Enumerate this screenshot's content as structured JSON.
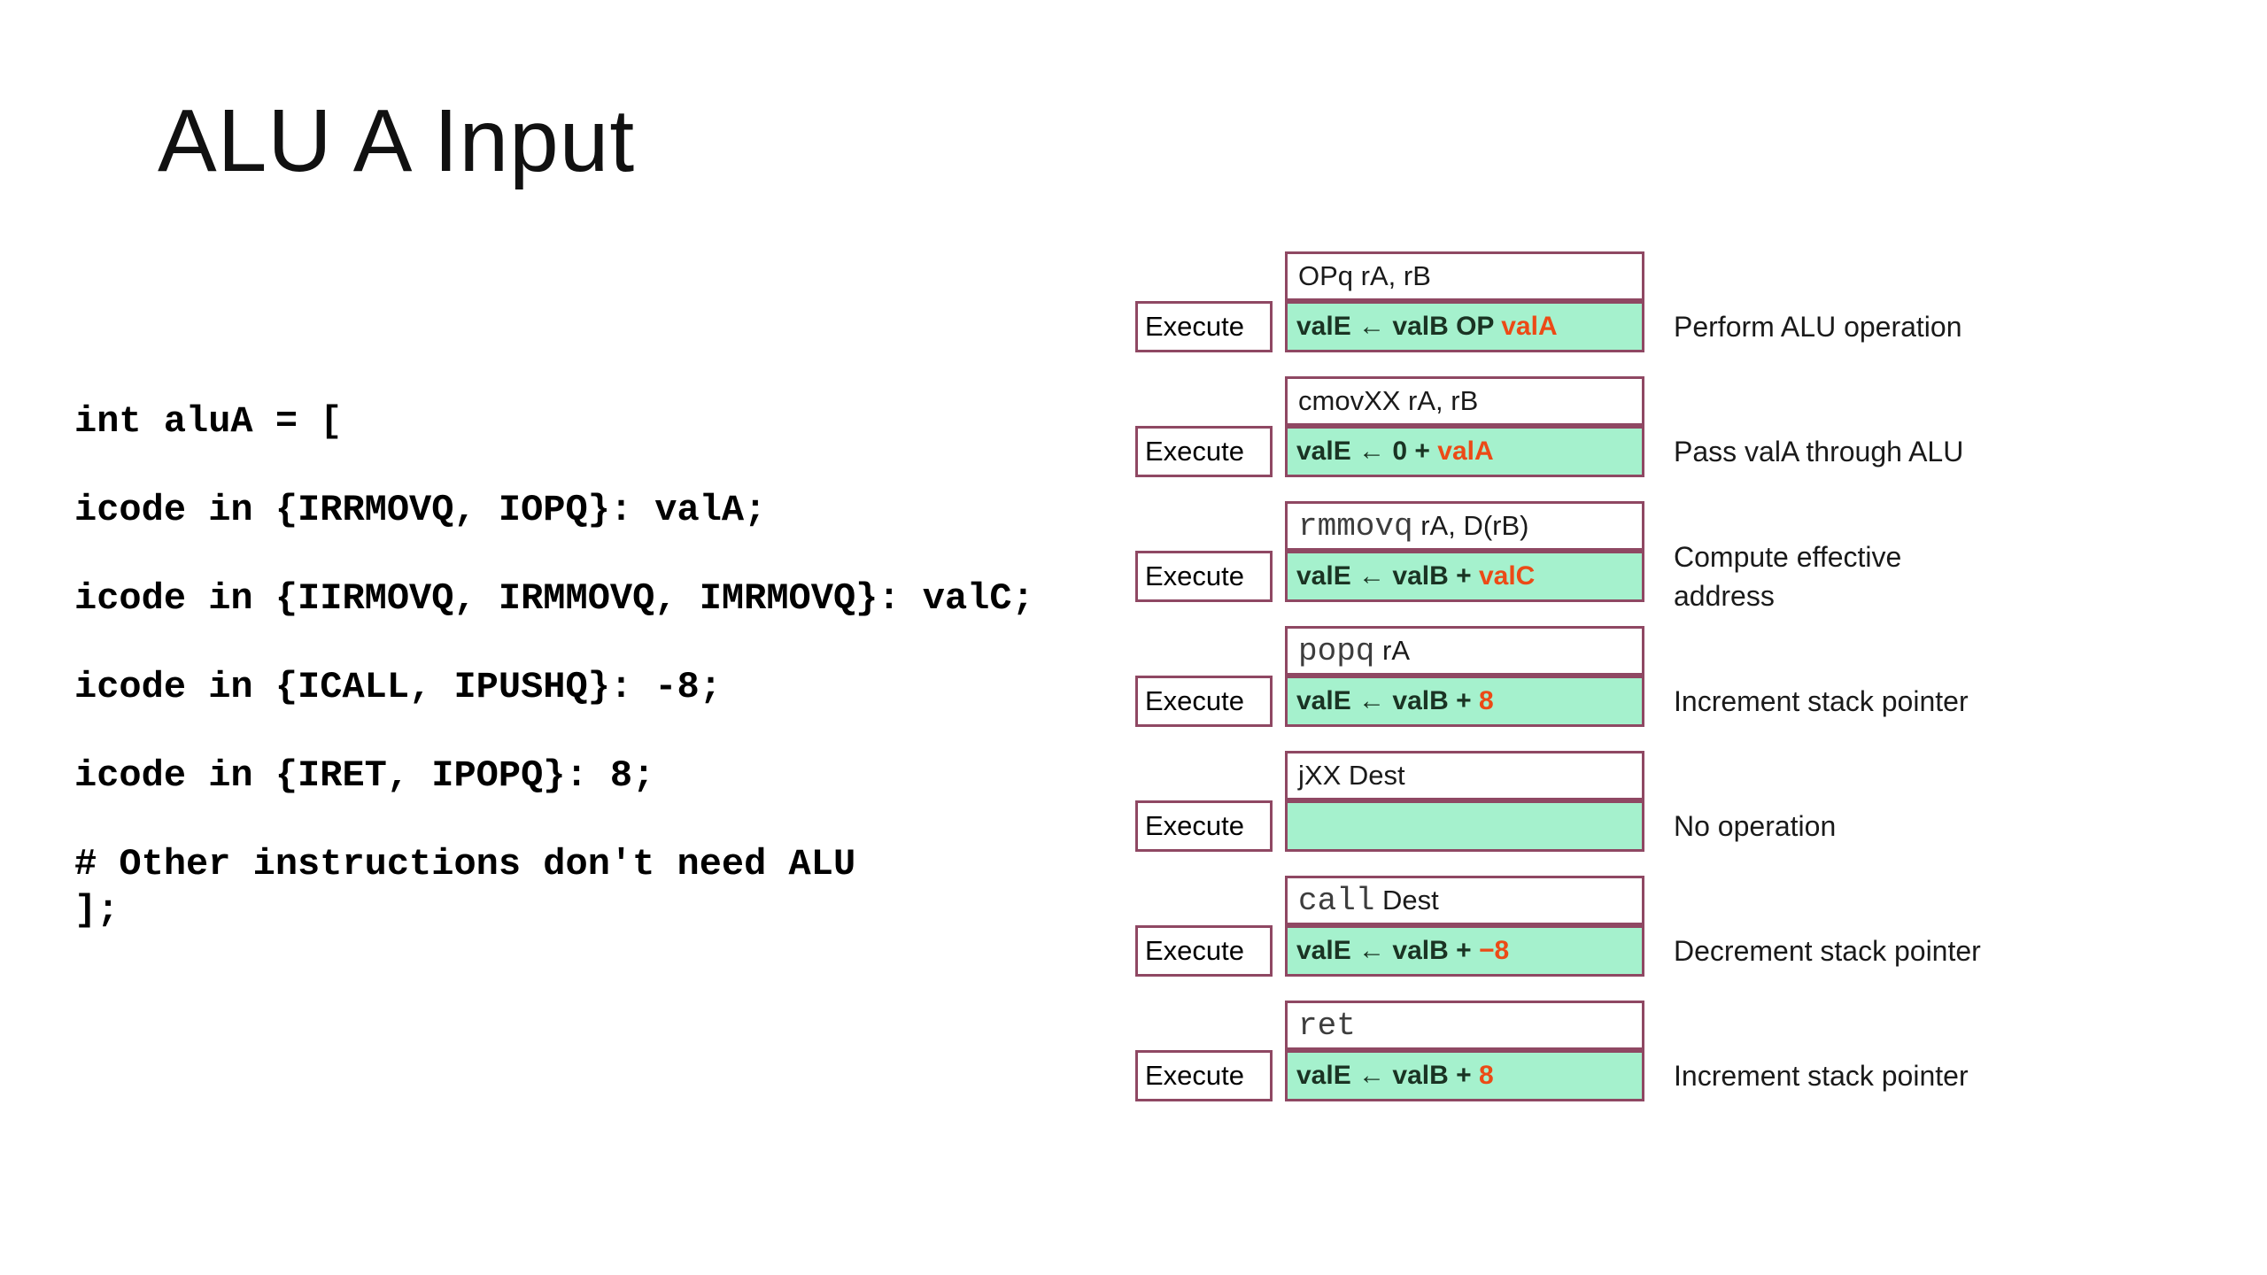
{
  "slide": {
    "title": "ALU A Input",
    "code": {
      "lines": [
        "int aluA = [",
        "icode in {IRRMOVQ, IOPQ}: valA;",
        "icode in {IIRMOVQ, IRMMOVQ, IMRMOVQ}: valC;",
        "icode in {ICALL, IPUSHQ}: -8;",
        "icode in {IRET, IPOPQ}: 8;",
        "# Other instructions don't need ALU",
        "];"
      ]
    },
    "table": {
      "execute_label": "Execute",
      "rows": [
        {
          "mnemonic_mono": "",
          "mnemonic_rest": "OPq rA, rB",
          "op_main": "valE ← valB OP ",
          "op_operand": "valA",
          "description": "Perform ALU operation"
        },
        {
          "mnemonic_mono": "",
          "mnemonic_rest": "cmovXX rA, rB",
          "op_main": "valE ← 0 + ",
          "op_operand": "valA",
          "description": "Pass valA through ALU"
        },
        {
          "mnemonic_mono": "rmmovq",
          "mnemonic_rest": " rA, D(rB)",
          "op_main": "valE ← valB + ",
          "op_operand": "valC",
          "description": "Compute effective address"
        },
        {
          "mnemonic_mono": "popq",
          "mnemonic_rest": " rA",
          "op_main": "valE ← valB + ",
          "op_operand": "8",
          "description": "Increment stack pointer"
        },
        {
          "mnemonic_mono": "",
          "mnemonic_rest": "jXX Dest",
          "op_main": "",
          "op_operand": "",
          "description": "No operation"
        },
        {
          "mnemonic_mono": "call",
          "mnemonic_rest": " Dest",
          "op_main": "valE ← valB + ",
          "op_operand": "−8",
          "description": "Decrement stack pointer"
        },
        {
          "mnemonic_mono": "ret",
          "mnemonic_rest": "",
          "op_main": "valE ← valB + ",
          "op_operand": "8",
          "description": "Increment stack pointer"
        }
      ]
    },
    "colors": {
      "box_border": "#8F4863",
      "green_fill": "#A5F1CD",
      "operand_orange": "#EC4A16",
      "operation_text": "#1A3323"
    }
  }
}
